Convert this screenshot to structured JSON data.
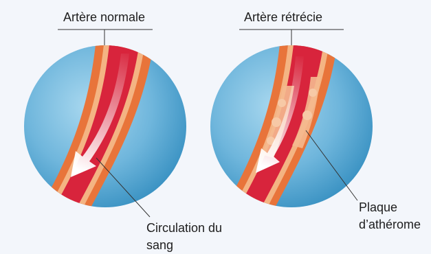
{
  "labels": {
    "normal_artery_title": "Artère normale",
    "narrowed_artery_title": "Artère rétrécie",
    "blood_flow_line1": "Circulation du",
    "blood_flow_line2": "sang",
    "plaque_line1": "Plaque",
    "plaque_line2": "d’athérome"
  },
  "colors": {
    "background": "#f3f6fb",
    "tissue_blue_light": "#8fc9e6",
    "tissue_blue_dark": "#3d94c4",
    "artery_wall_outer": "#e8743a",
    "artery_wall_inner": "#f4b483",
    "blood_red": "#d8243c",
    "plaque": "#f5b98f",
    "arrow": "#ffffff",
    "leader_line": "#333333"
  },
  "icons": {
    "flow_arrow": "arrow-down-left-icon"
  }
}
